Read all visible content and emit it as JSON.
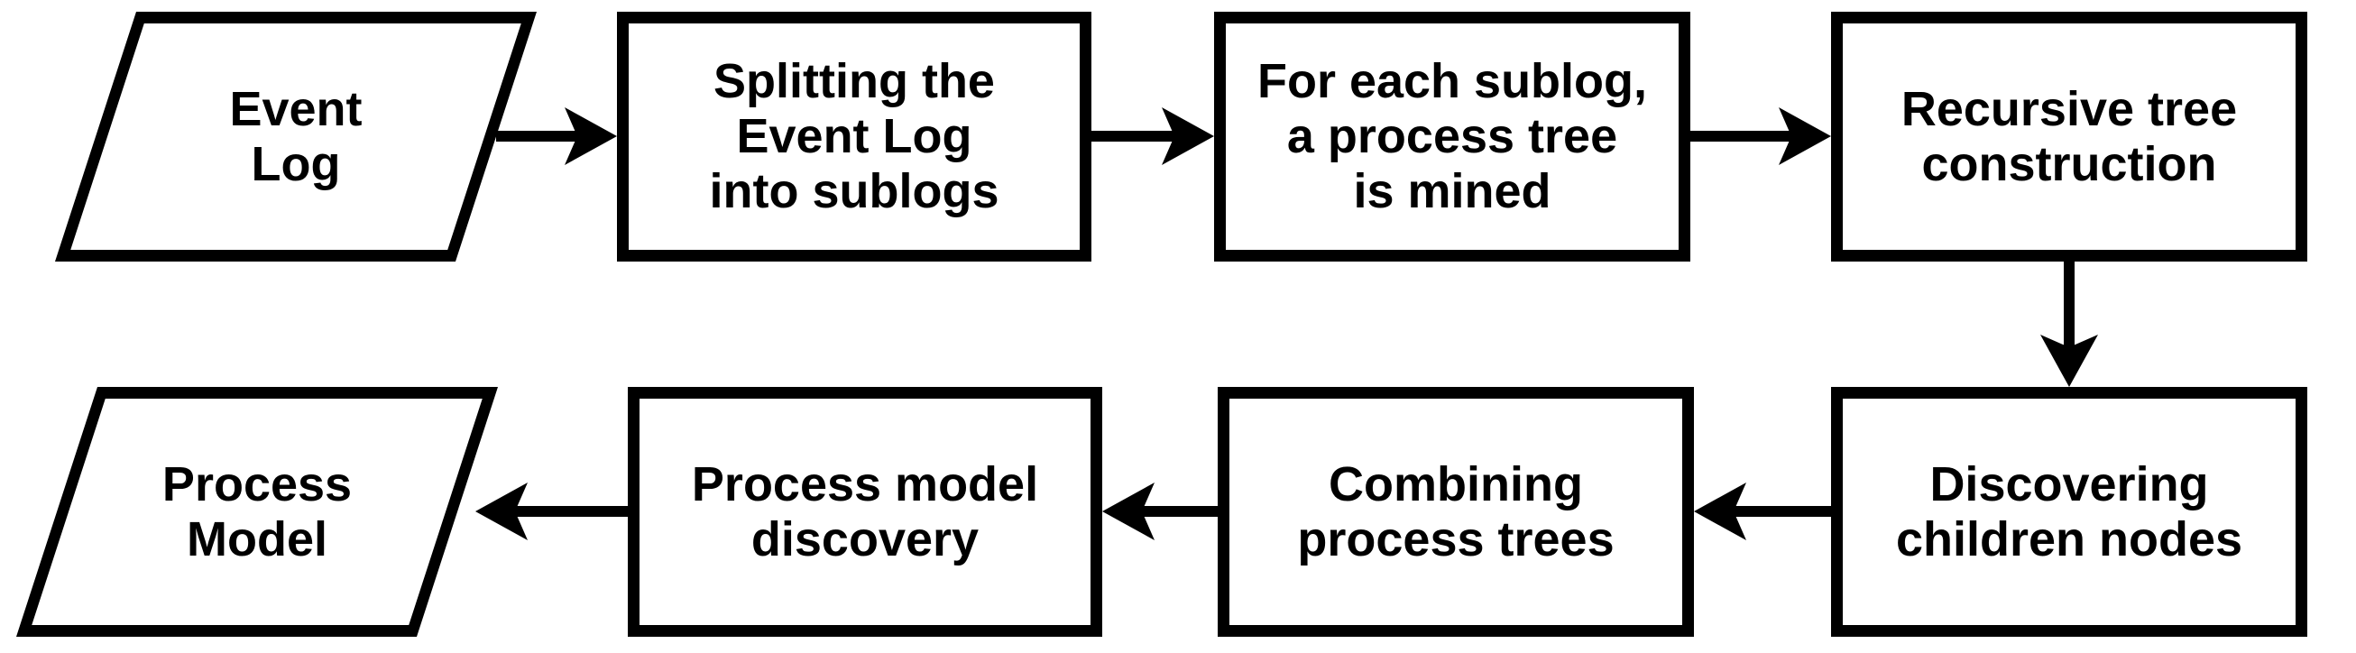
{
  "diagram_type": "flowchart",
  "colors": {
    "background": "#ffffff",
    "shape_fill": "#ffffff",
    "stroke": "#000000",
    "text": "#000000"
  },
  "nodes": [
    {
      "id": "event-log",
      "shape": "parallelogram",
      "label": "Event\nLog"
    },
    {
      "id": "splitting-event-log",
      "shape": "rectangle",
      "label": "Splitting the\nEvent Log\ninto sublogs"
    },
    {
      "id": "mine-process-tree",
      "shape": "rectangle",
      "label": "For each sublog,\na process tree\nis mined"
    },
    {
      "id": "recursive-tree-construction",
      "shape": "rectangle",
      "label": "Recursive tree\nconstruction"
    },
    {
      "id": "discovering-children-nodes",
      "shape": "rectangle",
      "label": "Discovering\nchildren nodes"
    },
    {
      "id": "combining-process-trees",
      "shape": "rectangle",
      "label": "Combining\nprocess trees"
    },
    {
      "id": "process-model-discovery",
      "shape": "rectangle",
      "label": "Process model\ndiscovery"
    },
    {
      "id": "process-model",
      "shape": "parallelogram",
      "label": "Process\nModel"
    }
  ],
  "edges": [
    {
      "from": "event-log",
      "to": "splitting-event-log",
      "direction": "right"
    },
    {
      "from": "splitting-event-log",
      "to": "mine-process-tree",
      "direction": "right"
    },
    {
      "from": "mine-process-tree",
      "to": "recursive-tree-construction",
      "direction": "right"
    },
    {
      "from": "recursive-tree-construction",
      "to": "discovering-children-nodes",
      "direction": "down"
    },
    {
      "from": "discovering-children-nodes",
      "to": "combining-process-trees",
      "direction": "left"
    },
    {
      "from": "combining-process-trees",
      "to": "process-model-discovery",
      "direction": "left"
    },
    {
      "from": "process-model-discovery",
      "to": "process-model",
      "direction": "left"
    }
  ]
}
